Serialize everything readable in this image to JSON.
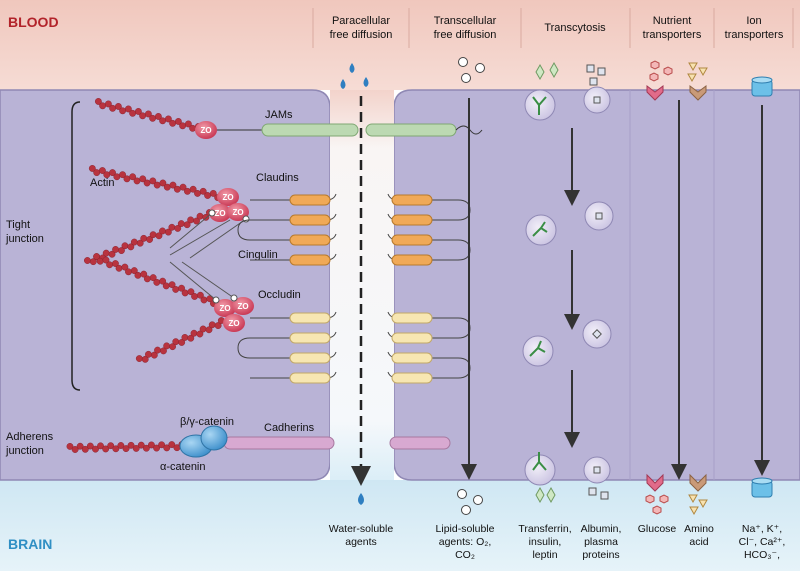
{
  "regions": {
    "blood": "BLOOD",
    "brain": "BRAIN"
  },
  "headers": {
    "paracellular": [
      "Paracellular",
      "free diffusion"
    ],
    "transcellular": [
      "Transcellular",
      "free diffusion"
    ],
    "transcytosis": [
      "Transcytosis"
    ],
    "nutrient": [
      "Nutrient",
      "transporters"
    ],
    "ion": [
      "Ion",
      "transporters"
    ]
  },
  "left_labels": {
    "tight_junction": [
      "Tight",
      "junction"
    ],
    "adherens_junction": [
      "Adherens",
      "junction"
    ]
  },
  "protein_labels": {
    "jams": "JAMs",
    "claudins": "Claudins",
    "occludin": "Occludin",
    "cingulin": "Cingulin",
    "actin": "Actin",
    "cadherins": "Cadherins",
    "beta_gamma_catenin": "β/γ-catenin",
    "alpha_catenin": "α-catenin",
    "zo": "ZO"
  },
  "bottom_captions": {
    "water_soluble": [
      "Water-soluble",
      "agents"
    ],
    "lipid_soluble": [
      "Lipid-soluble",
      "agents: O₂,",
      "CO₂"
    ],
    "transferrin": [
      "Transferrin,",
      "insulin,",
      "leptin"
    ],
    "albumin": [
      "Albumin,",
      "plasma",
      "proteins"
    ],
    "glucose": [
      "Glucose"
    ],
    "amino_acid": [
      "Amino",
      "acid"
    ],
    "ions": [
      "Na⁺, K⁺,",
      "Cl⁻, Ca²⁺,",
      "HCO₃⁻,"
    ]
  },
  "colors": {
    "blood_bg": "#f3d3cb",
    "brain_bg": "#dbeef7",
    "cell": "#b6b0d2",
    "cell_border": "#8f88b4",
    "paracellular_gap": "#f7f4f4",
    "zo": "#d9455f",
    "actin": "#b8333f",
    "claudin": "#f0a957",
    "occludin": "#f4dfa0",
    "jam": "#bcd9b2",
    "cadherin": "#d8a9d1",
    "catenin": "#5aa7db",
    "arrow": "#333333",
    "title_blood": "#b2232a",
    "title_brain": "#2f8fc4"
  }
}
